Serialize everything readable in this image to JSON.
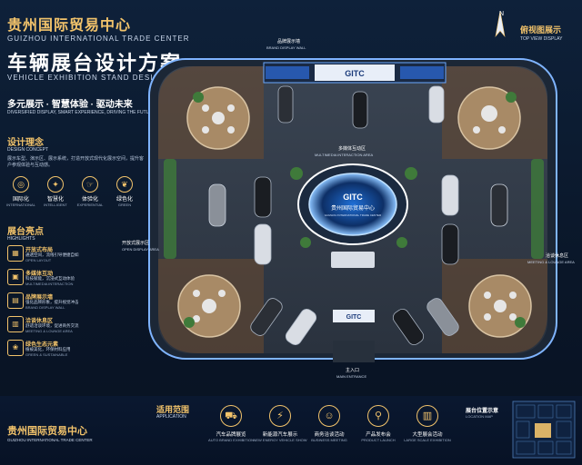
{
  "header": {
    "org_cn": "贵州国际贸易中心",
    "org_en": "GUIZHOU INTERNATIONAL TRADE CENTER",
    "title_cn": "车辆展台设计方案",
    "title_en": "VEHICLE EXHIBITION STAND DESIGN",
    "slogan_cn": "多元展示 · 智慧体验 · 驱动未来",
    "slogan_en": "DIVERSIFIED DISPLAY, SMART EXPERIENCE, DRIVING THE FUTURE"
  },
  "top_view": {
    "north": "N",
    "title_cn": "俯视图展示",
    "title_en": "TOP VIEW DISPLAY"
  },
  "concept": {
    "title_cn": "设计理念",
    "title_en": "DESIGN CONCEPT",
    "desc": "展示车型、演示区、展示系统，打造开放式现代化展示空间，提升客户参观体验与互动感。",
    "pillars": [
      {
        "icon": "globe-icon",
        "glyph": "◎",
        "cn": "国际化",
        "en": "INTERNATIONAL"
      },
      {
        "icon": "brain-icon",
        "glyph": "✦",
        "cn": "智慧化",
        "en": "INTELLIGENT"
      },
      {
        "icon": "hand-icon",
        "glyph": "☞",
        "cn": "体验化",
        "en": "EXPERIENTIAL"
      },
      {
        "icon": "leaf-icon",
        "glyph": "❦",
        "cn": "绿色化",
        "en": "GREEN"
      }
    ]
  },
  "highlights": {
    "title_cn": "展台亮点",
    "title_en": "HIGHLIGHTS",
    "items": [
      {
        "icon": "layout-icon",
        "glyph": "▦",
        "cn": "开放式布局",
        "d1": "通透空间，流线引导便捷自如",
        "d2": "OPEN LAYOUT"
      },
      {
        "icon": "screen-icon",
        "glyph": "▣",
        "cn": "多媒体互动",
        "d1": "科技赋能，沉浸式互动体验",
        "d2": "MULTIMEDIA INTERACTION"
      },
      {
        "icon": "brand-icon",
        "glyph": "▤",
        "cn": "品牌展示墙",
        "d1": "强化品牌形象，提升视觉冲击",
        "d2": "BRAND DISPLAY WALL"
      },
      {
        "icon": "sofa-icon",
        "glyph": "▥",
        "cn": "洽谈休息区",
        "d1": "舒适洽谈环境，促进商务交流",
        "d2": "MEETING & LOUNGE AREA"
      },
      {
        "icon": "eco-icon",
        "glyph": "❀",
        "cn": "绿色生态元素",
        "d1": "植被美化，环保材料应用",
        "d2": "GREEN & SUSTAINABLE"
      }
    ]
  },
  "plan": {
    "brand_wall_cn": "品牌展示墙",
    "brand_wall_en": "BRAND DISPLAY WALL",
    "gitc": "GITC",
    "center_logo": "GITC",
    "center_cn": "贵州国际贸易中心",
    "center_en": "GUIZHOU INTERNATIONAL TRADE CENTER",
    "multimedia_cn": "多媒体互动区",
    "multimedia_en": "MULTIMEDIA INTERACTION AREA",
    "open_cn": "开放式展示区",
    "open_en": "OPEN DISPLAY AREA",
    "meeting_cn": "洽谈休息区",
    "meeting_en": "MEETING & LOUNGE AREA",
    "entrance_cn": "主入口",
    "entrance_en": "MAIN ENTRANCE",
    "entrance_logo": "GITC"
  },
  "application": {
    "title_cn": "适用范围",
    "title_en": "APPLICATION",
    "items": [
      {
        "icon": "car-icon",
        "glyph": "⛟",
        "cn": "汽车品牌展览",
        "en": "AUTO BRAND EXHIBITION"
      },
      {
        "icon": "ev-car-icon",
        "glyph": "⚡",
        "cn": "新能源汽车展示",
        "en": "NEW ENERGY VEHICLE SHOW"
      },
      {
        "icon": "people-icon",
        "glyph": "☺",
        "cn": "商务洽谈活动",
        "en": "BUSINESS MEETING"
      },
      {
        "icon": "pin-icon",
        "glyph": "⚲",
        "cn": "产品发布会",
        "en": "PRODUCT LAUNCH"
      },
      {
        "icon": "building-icon",
        "glyph": "▥",
        "cn": "大型展会活动",
        "en": "LARGE SCALE EXHIBITION"
      }
    ]
  },
  "location": {
    "title_cn": "展台位置示意",
    "title_en": "LOCATION MAP"
  },
  "footer": {
    "org_cn": "贵州国际贸易中心",
    "org_en": "GUIZHOU INTERNATIONAL TRADE CENTER"
  }
}
